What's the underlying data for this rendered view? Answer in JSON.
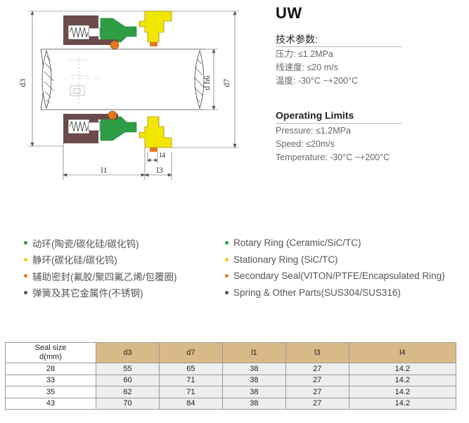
{
  "model": "UW",
  "specs_cn": {
    "title": "技术参数:",
    "pressure": "压力: ≤1.2MPa",
    "speed": "线速度: ≤20 m/s",
    "temperature": "温度: -30°C ~+200°C"
  },
  "specs_en": {
    "title": "Operating Limits",
    "pressure": "Pressure: ≤1.2MPa",
    "speed": "Speed: ≤20m/s",
    "temperature": "Temperature: -30°C ~+200°C"
  },
  "diagram_labels": {
    "d3": "d3",
    "dh6": "d h6",
    "d7": "d7",
    "l1": "l1",
    "l3": "l3",
    "l4": "l4"
  },
  "legend": [
    {
      "color": "#2e9e44",
      "cn": "动环(陶瓷/碳化硅/碳化钨)",
      "en": "Rotary Ring (Ceramic/SiC/TC)"
    },
    {
      "color": "#e8d400",
      "cn": "静环(碳化硅/碳化钨)",
      "en": "Stationary Ring (SiC/TC)"
    },
    {
      "color": "#e07a1e",
      "cn": "辅助密封(氟胶/聚四氟乙烯/包覆圈)",
      "en": "Secondary Seal(VITON/PTFE/Encapsulated Ring)"
    },
    {
      "color": "#6b4b4b",
      "cn": "弹簧及其它金属件(不锈钢)",
      "en": "Spring & Other Parts(SUS304/SUS316)"
    }
  ],
  "table": {
    "first_header": [
      "Seal size",
      "d(mm)"
    ],
    "headers": [
      "d3",
      "d7",
      "l1",
      "l3",
      "l4"
    ],
    "rows": [
      [
        "28",
        "55",
        "65",
        "38",
        "27",
        "14.2"
      ],
      [
        "33",
        "60",
        "71",
        "38",
        "27",
        "14.2"
      ],
      [
        "35",
        "62",
        "71",
        "38",
        "27",
        "14.2"
      ],
      [
        "43",
        "70",
        "84",
        "38",
        "27",
        "14.2"
      ]
    ]
  }
}
